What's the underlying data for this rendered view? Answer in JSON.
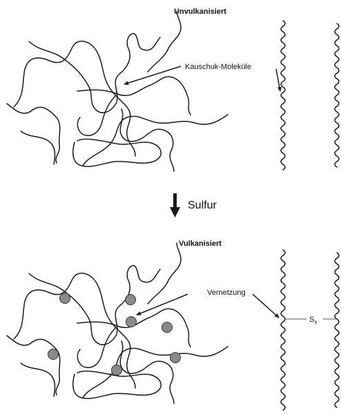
{
  "top_section": {
    "title": "Unvulkanisiert",
    "label": "Kauschuk-Moleküle"
  },
  "reaction": {
    "label": "Sulfur"
  },
  "bottom_section": {
    "title": "Vulkanisiert",
    "label": "Vernetzung",
    "bridge_label": "S",
    "bridge_subscript": "x"
  },
  "colors": {
    "line": "#1a1a1a",
    "crosslink_fill": "#8a8a8a"
  }
}
